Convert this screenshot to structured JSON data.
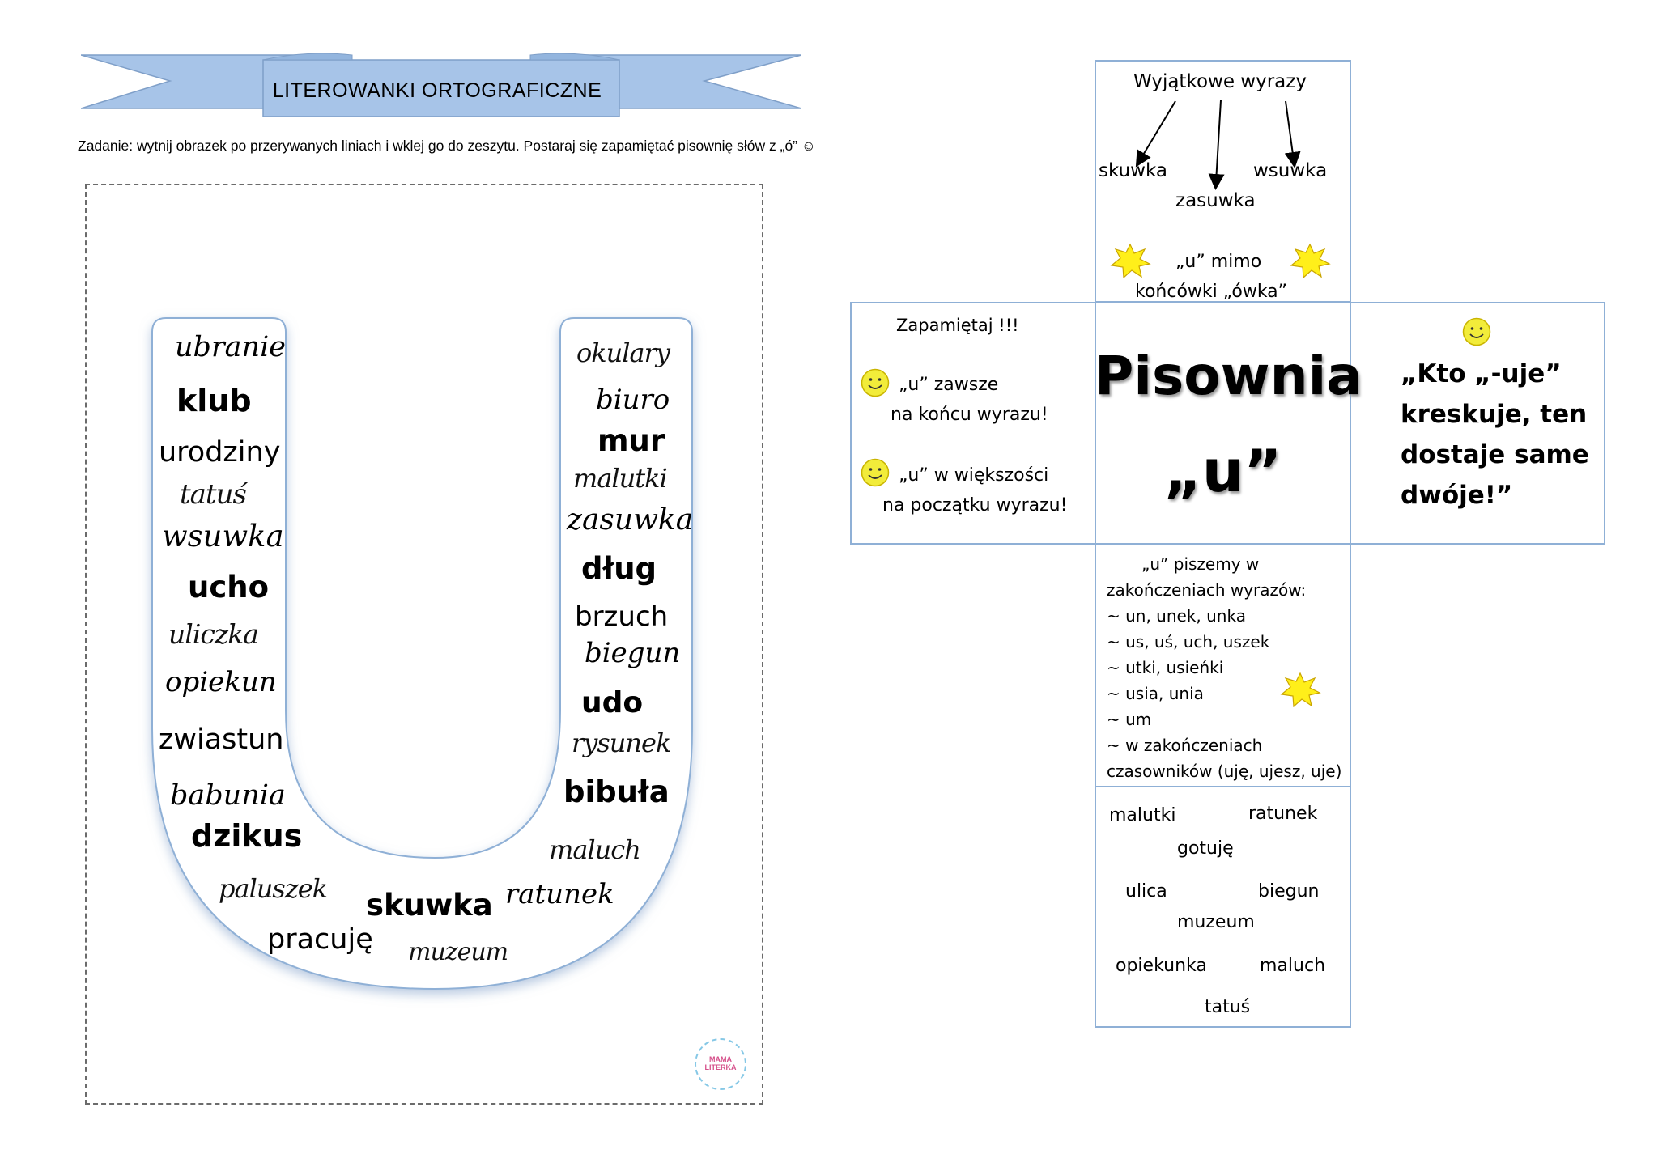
{
  "banner": {
    "title": "LITEROWANKI ORTOGRAFICZNE"
  },
  "instruction": "Zadanie: wytnij obrazek po przerywanych liniach i wklej go do zeszytu. Postaraj się zapamiętać pisownię słów z „ó” ☺",
  "u_words": {
    "left": [
      "ubranie",
      "klub",
      "urodziny",
      "tatuś",
      "wsuwka",
      "ucho",
      "uliczka",
      "opiekun",
      "zwiastun",
      "babunia",
      "dzikus"
    ],
    "right": [
      "okulary",
      "biuro",
      "mur",
      "malutki",
      "zasuwka",
      "dług",
      "brzuch",
      "biegun",
      "udo",
      "rysunek",
      "bibuła",
      "maluch"
    ],
    "bottom": [
      "paluszek",
      "skuwka",
      "ratunek",
      "pracuję",
      "muzeum"
    ]
  },
  "logo": {
    "text": "MAMA LITERKA"
  },
  "cube": {
    "top": {
      "heading": "Wyjątkowe wyrazy",
      "words": [
        "skuwka",
        "zasuwka",
        "wsuwka"
      ],
      "note_line1": "„u” mimo",
      "note_line2": "końcówki „ówka”"
    },
    "left": {
      "heading": "Zapamiętaj !!!",
      "rule1_line1": "„u” zawsze",
      "rule1_line2": "na końcu wyrazu!",
      "rule2_line1": "„u” w większości",
      "rule2_line2": "na początku wyrazu!"
    },
    "center": {
      "line1": "Pisownia",
      "line2": "„u”"
    },
    "right": {
      "lines": [
        "„Kto „-uje”",
        "kreskuje, ten",
        "dostaje same",
        "dwóje!”"
      ]
    },
    "bottom1": {
      "lines": [
        "„u” piszemy w",
        "zakończeniach wyrazów:",
        "~ un, unek, unka",
        "~ us, uś, uch, uszek",
        "~ utki, usieńki",
        "~ usia, unia",
        "~ um",
        "~ w zakończeniach",
        "czasowników (uję, ujesz, uje)"
      ]
    },
    "bottom2": {
      "words": [
        "malutki",
        "ratunek",
        "gotuję",
        "ulica",
        "biegun",
        "muzeum",
        "opiekunka",
        "maluch",
        "tatuś"
      ]
    }
  },
  "colors": {
    "ribbon": "#a7c4e8",
    "ribbon_stroke": "#7f9fc8",
    "cell_border": "#8fb0d6",
    "smiley": "#f2ec3a",
    "star": "#ffef1a"
  }
}
